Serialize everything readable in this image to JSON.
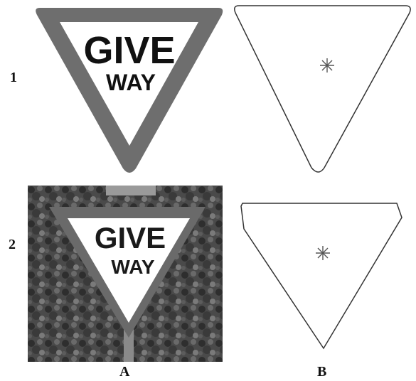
{
  "row_labels": [
    "1",
    "2"
  ],
  "col_labels": [
    "A",
    "B"
  ],
  "sign": {
    "line1": "GIVE",
    "line2": "WAY"
  },
  "centroid_marker_glyph": "✳",
  "colors": {
    "sign_border": "#6e6e6e",
    "sign_face": "#ffffff",
    "text": "#111111",
    "outline": "#333333",
    "marker": "#555555"
  }
}
